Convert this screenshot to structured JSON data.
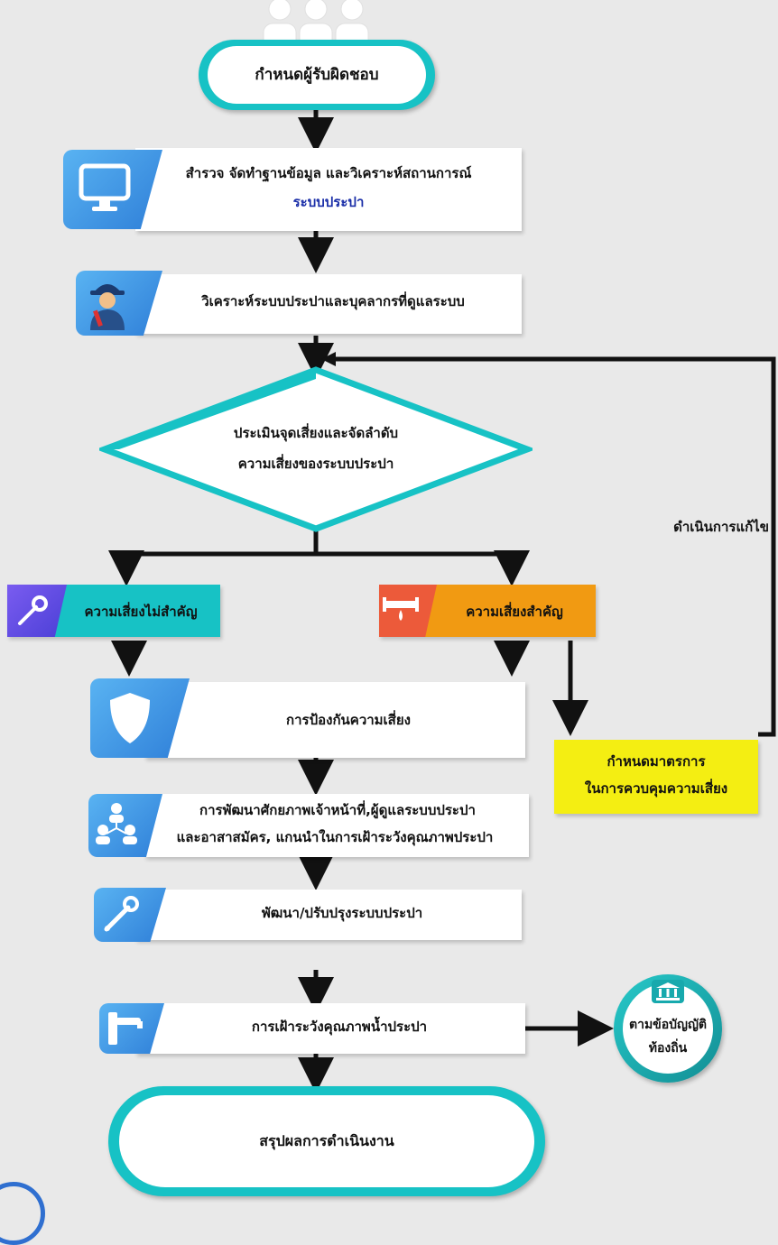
{
  "nodes": {
    "responsible": "กำหนดผู้รับผิดชอบ",
    "survey_line1": "สำรวจ จัดทำฐานข้อมูล และวิเคราะห์สถานการณ์",
    "survey_line2": "ระบบประปา",
    "analyze": "วิเคราะห์ระบบประปาและบุคลากรที่ดูแลระบบ",
    "assess_line1": "ประเมินจุดเสี่ยงและจัดลำดับ",
    "assess_line2": "ความเสี่ยงของระบบประปา",
    "minor_risk": "ความเสี่ยงไม่สำคัญ",
    "major_risk": "ความเสี่ยงสำคัญ",
    "prevent": "การป้องกันความเสี่ยง",
    "measures_line1": "กำหนดมาตรการ",
    "measures_line2": "ในการควบคุมความเสี่ยง",
    "develop_line1": "การพัฒนาศักยภาพเจ้าหน้าที่,ผู้ดูแลระบบประปา",
    "develop_line2": "และอาสาสมัคร, แกนนำในการเฝ้าระวังคุณภาพประปา",
    "improve": "พัฒนา/ปรับปรุงระบบประปา",
    "monitor": "การเฝ้าระวังคุณภาพน้ำประปา",
    "law_line1": "ตามข้อบัญญัติ",
    "law_line2": "ท้องถิ่น",
    "summary": "สรุปผลการดำเนินงาน",
    "fix_label": "ดำเนินการแก้ไข"
  },
  "colors": {
    "teal": "#17c2c5",
    "orange": "#f19a12",
    "yellow": "#f4ee12",
    "blue": "#2f7fd8",
    "survey_highlight": "#1a2ea8"
  },
  "icons": [
    "people-icon",
    "monitor-icon",
    "plumber-icon",
    "wrench-icon",
    "pipe-leak-icon",
    "shield-icon",
    "team-icon",
    "wrench-icon",
    "faucet-icon",
    "government-building-icon"
  ]
}
